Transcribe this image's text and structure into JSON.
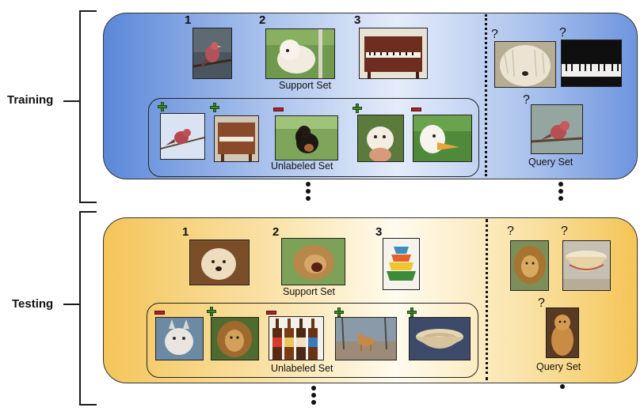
{
  "labels": {
    "training": "Training",
    "testing": "Testing"
  },
  "training": {
    "support_numbers": [
      "1",
      "2",
      "3"
    ],
    "support_set_caption": "Support Set",
    "unlabeled_set_caption": "Unlabeled Set",
    "query_set_caption": "Query Set",
    "query_mark": "?",
    "support_images": [
      "bird-photo",
      "white-dog-photo",
      "piano-photo"
    ],
    "unlabeled_images": [
      {
        "image": "bird-photo",
        "mark": "plus"
      },
      {
        "image": "piano-photo",
        "mark": "plus"
      },
      {
        "image": "black-dog-photo",
        "mark": "minus"
      },
      {
        "image": "puppy-photo",
        "mark": "plus"
      },
      {
        "image": "duck-photo",
        "mark": "minus"
      }
    ],
    "query_images": [
      "white-dog-photo",
      "piano-photo",
      "bird-photo"
    ]
  },
  "testing": {
    "support_numbers": [
      "1",
      "2",
      "3"
    ],
    "support_set_caption": "Support Set",
    "unlabeled_set_caption": "Unlabeled Set",
    "query_set_caption": "Query Set",
    "query_mark": "?",
    "support_images": [
      "golden-dog-photo",
      "lion-photo",
      "bowls-photo"
    ],
    "unlabeled_images": [
      {
        "image": "wolf-photo",
        "mark": "minus"
      },
      {
        "image": "lion-photo",
        "mark": "plus"
      },
      {
        "image": "beer-bottles-photo",
        "mark": "minus"
      },
      {
        "image": "dog-photo",
        "mark": "plus"
      },
      {
        "image": "bowls-photo",
        "mark": "plus"
      }
    ],
    "query_images": [
      "lion-photo",
      "bowl-photo",
      "golden-dog-photo"
    ]
  },
  "colors": {
    "training_panel": "#5b88d8",
    "testing_panel": "#f4c55a",
    "positive_mark": "#3f8a2e",
    "negative_mark": "#a8232a"
  }
}
